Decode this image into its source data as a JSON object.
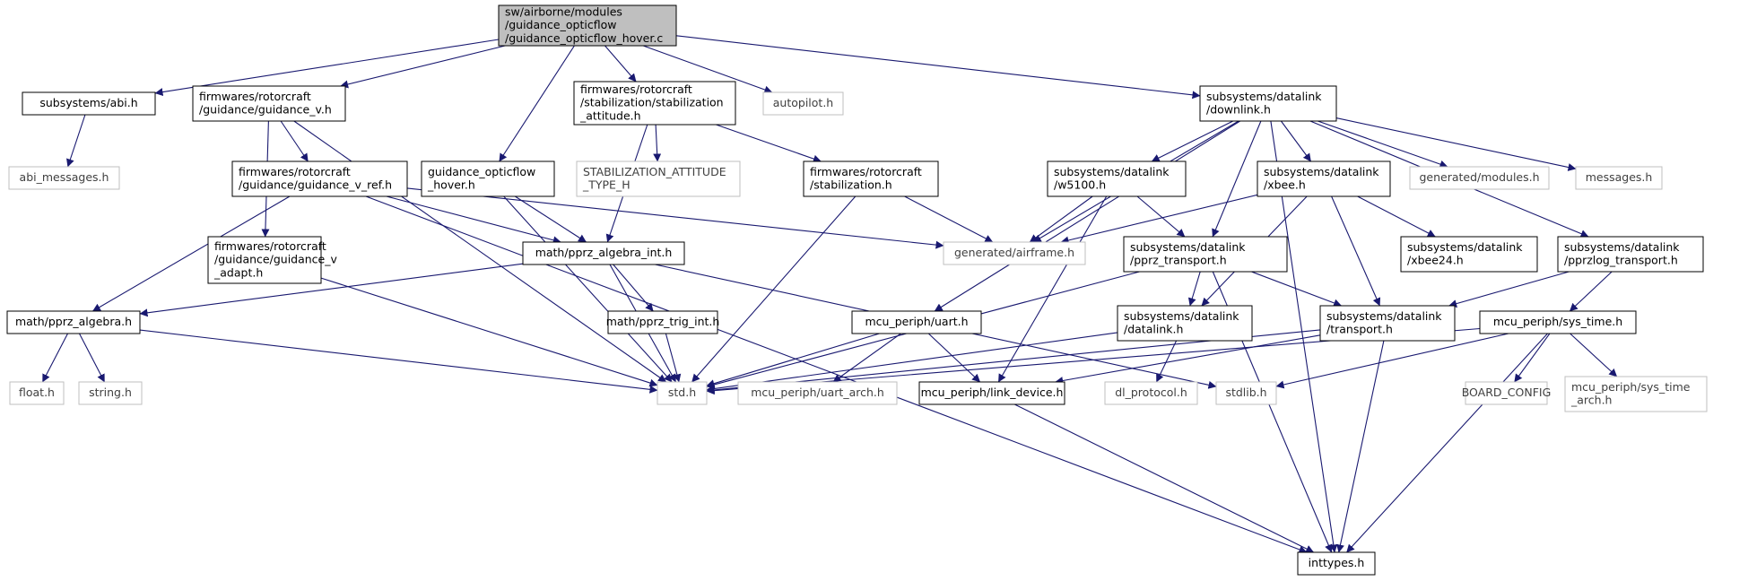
{
  "diagram": {
    "colors": {
      "edge": "#191970",
      "node_border": "#000000",
      "external_border": "#bfbfbf",
      "root_fill": "#bfbfbf",
      "text": "#000000",
      "external_text": "#404040"
    },
    "nodes": [
      {
        "id": "root",
        "lines": [
          "sw/airborne/modules",
          "/guidance_opticflow",
          "/guidance_opticflow_hover.c"
        ],
        "kind": "root"
      },
      {
        "id": "abi",
        "lines": [
          "subsystems/abi.h"
        ],
        "kind": "normal"
      },
      {
        "id": "guidv",
        "lines": [
          "firmwares/rotorcraft",
          "/guidance/guidance_v.h"
        ],
        "kind": "normal"
      },
      {
        "id": "stabatt",
        "lines": [
          "firmwares/rotorcraft",
          "/stabilization/stabilization",
          "_attitude.h"
        ],
        "kind": "normal"
      },
      {
        "id": "autopilot",
        "lines": [
          "autopilot.h"
        ],
        "kind": "external"
      },
      {
        "id": "downlink",
        "lines": [
          "subsystems/datalink",
          "/downlink.h"
        ],
        "kind": "normal"
      },
      {
        "id": "abimsg",
        "lines": [
          "abi_messages.h"
        ],
        "kind": "external"
      },
      {
        "id": "guidvref",
        "lines": [
          "firmwares/rotorcraft",
          "/guidance/guidance_v_ref.h"
        ],
        "kind": "normal"
      },
      {
        "id": "gohover",
        "lines": [
          "guidance_opticflow",
          "_hover.h"
        ],
        "kind": "normal"
      },
      {
        "id": "stabattH",
        "lines": [
          "STABILIZATION_ATTITUDE",
          "_TYPE_H"
        ],
        "kind": "external"
      },
      {
        "id": "stab",
        "lines": [
          "firmwares/rotorcraft",
          "/stabilization.h"
        ],
        "kind": "normal"
      },
      {
        "id": "w5100",
        "lines": [
          "subsystems/datalink",
          "/w5100.h"
        ],
        "kind": "normal"
      },
      {
        "id": "xbee",
        "lines": [
          "subsystems/datalink",
          "/xbee.h"
        ],
        "kind": "normal"
      },
      {
        "id": "genmod",
        "lines": [
          "generated/modules.h"
        ],
        "kind": "external"
      },
      {
        "id": "messages",
        "lines": [
          "messages.h"
        ],
        "kind": "external"
      },
      {
        "id": "guidvadapt",
        "lines": [
          "firmwares/rotorcraft",
          "/guidance/guidance_v",
          "_adapt.h"
        ],
        "kind": "normal"
      },
      {
        "id": "palgint",
        "lines": [
          "math/pprz_algebra_int.h"
        ],
        "kind": "normal"
      },
      {
        "id": "genair",
        "lines": [
          "generated/airframe.h"
        ],
        "kind": "external"
      },
      {
        "id": "pprztr",
        "lines": [
          "subsystems/datalink",
          "/pprz_transport.h"
        ],
        "kind": "normal"
      },
      {
        "id": "xbee24",
        "lines": [
          "subsystems/datalink",
          "/xbee24.h"
        ],
        "kind": "normal"
      },
      {
        "id": "pprzlog",
        "lines": [
          "subsystems/datalink",
          "/pprzlog_transport.h"
        ],
        "kind": "normal"
      },
      {
        "id": "palg",
        "lines": [
          "math/pprz_algebra.h"
        ],
        "kind": "normal"
      },
      {
        "id": "ptrig",
        "lines": [
          "math/pprz_trig_int.h"
        ],
        "kind": "normal"
      },
      {
        "id": "uart",
        "lines": [
          "mcu_periph/uart.h"
        ],
        "kind": "normal"
      },
      {
        "id": "datalinkh",
        "lines": [
          "subsystems/datalink",
          "/datalink.h"
        ],
        "kind": "normal"
      },
      {
        "id": "transport",
        "lines": [
          "subsystems/datalink",
          "/transport.h"
        ],
        "kind": "normal"
      },
      {
        "id": "systime",
        "lines": [
          "mcu_periph/sys_time.h"
        ],
        "kind": "normal"
      },
      {
        "id": "float",
        "lines": [
          "float.h"
        ],
        "kind": "external"
      },
      {
        "id": "string",
        "lines": [
          "string.h"
        ],
        "kind": "external"
      },
      {
        "id": "std",
        "lines": [
          "std.h"
        ],
        "kind": "external"
      },
      {
        "id": "uartarch",
        "lines": [
          "mcu_periph/uart_arch.h"
        ],
        "kind": "external"
      },
      {
        "id": "linkdev",
        "lines": [
          "mcu_periph/link_device.h"
        ],
        "kind": "normal"
      },
      {
        "id": "dlproto",
        "lines": [
          "dl_protocol.h"
        ],
        "kind": "external"
      },
      {
        "id": "stdlib",
        "lines": [
          "stdlib.h"
        ],
        "kind": "external"
      },
      {
        "id": "boardcfg",
        "lines": [
          "BOARD_CONFIG"
        ],
        "kind": "external"
      },
      {
        "id": "systimearch",
        "lines": [
          "mcu_periph/sys_time",
          "_arch.h"
        ],
        "kind": "external"
      },
      {
        "id": "inttypes",
        "lines": [
          "inttypes.h"
        ],
        "kind": "normal"
      }
    ],
    "edges": [
      [
        "root",
        "abi"
      ],
      [
        "root",
        "guidv"
      ],
      [
        "root",
        "gohover"
      ],
      [
        "root",
        "stabatt"
      ],
      [
        "root",
        "autopilot"
      ],
      [
        "root",
        "downlink"
      ],
      [
        "abi",
        "abimsg"
      ],
      [
        "guidv",
        "guidvref"
      ],
      [
        "guidv",
        "guidvadapt"
      ],
      [
        "guidv",
        "std"
      ],
      [
        "guidvref",
        "palgint"
      ],
      [
        "guidvref",
        "genair"
      ],
      [
        "guidvref",
        "palg"
      ],
      [
        "guidvref",
        "inttypes"
      ],
      [
        "gohover",
        "palgint"
      ],
      [
        "gohover",
        "std"
      ],
      [
        "stabatt",
        "stabattH"
      ],
      [
        "stabatt",
        "stab"
      ],
      [
        "stabatt",
        "palgint"
      ],
      [
        "stab",
        "genair"
      ],
      [
        "stab",
        "std"
      ],
      [
        "downlink",
        "genair"
      ],
      [
        "downlink",
        "w5100"
      ],
      [
        "downlink",
        "xbee"
      ],
      [
        "downlink",
        "genmod"
      ],
      [
        "downlink",
        "messages"
      ],
      [
        "downlink",
        "pprzlog"
      ],
      [
        "downlink",
        "inttypes"
      ],
      [
        "downlink",
        "uart"
      ],
      [
        "downlink",
        "pprztr"
      ],
      [
        "w5100",
        "genair"
      ],
      [
        "w5100",
        "pprztr"
      ],
      [
        "w5100",
        "linkdev"
      ],
      [
        "xbee",
        "genair"
      ],
      [
        "xbee",
        "xbee24"
      ],
      [
        "xbee",
        "transport"
      ],
      [
        "xbee",
        "datalinkh"
      ],
      [
        "guidvadapt",
        "std"
      ],
      [
        "palgint",
        "palg"
      ],
      [
        "palgint",
        "ptrig"
      ],
      [
        "palgint",
        "std"
      ],
      [
        "palgint",
        "stdlib"
      ],
      [
        "pprztr",
        "datalinkh"
      ],
      [
        "pprztr",
        "transport"
      ],
      [
        "pprztr",
        "std"
      ],
      [
        "pprztr",
        "inttypes"
      ],
      [
        "pprzlog",
        "transport"
      ],
      [
        "pprzlog",
        "systime"
      ],
      [
        "palg",
        "float"
      ],
      [
        "palg",
        "string"
      ],
      [
        "palg",
        "std"
      ],
      [
        "ptrig",
        "std"
      ],
      [
        "uart",
        "std"
      ],
      [
        "uart",
        "uartarch"
      ],
      [
        "uart",
        "linkdev"
      ],
      [
        "datalinkh",
        "std"
      ],
      [
        "datalinkh",
        "dlproto"
      ],
      [
        "transport",
        "std"
      ],
      [
        "transport",
        "linkdev"
      ],
      [
        "transport",
        "inttypes"
      ],
      [
        "systime",
        "std"
      ],
      [
        "systime",
        "stdlib"
      ],
      [
        "systime",
        "boardcfg"
      ],
      [
        "systime",
        "systimearch"
      ],
      [
        "systime",
        "inttypes"
      ],
      [
        "linkdev",
        "inttypes"
      ]
    ]
  }
}
